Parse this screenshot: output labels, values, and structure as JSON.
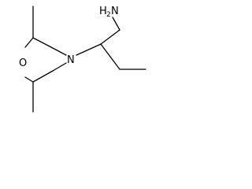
{
  "molecule": {
    "atoms": {
      "oxygen": "O",
      "nitrogen": "N",
      "amine_h": "H",
      "amine_h_count": "2",
      "amine_n": "N"
    },
    "colors": {
      "bond": "#000000",
      "text": "#000000",
      "background": "#ffffff"
    }
  }
}
